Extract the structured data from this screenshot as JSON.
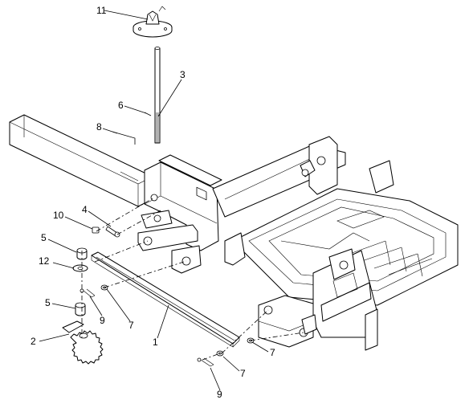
{
  "callouts": [
    {
      "id": "c11",
      "text": "11"
    },
    {
      "id": "c3",
      "text": "3"
    },
    {
      "id": "c6",
      "text": "6"
    },
    {
      "id": "c8",
      "text": "8"
    },
    {
      "id": "c10",
      "text": "10"
    },
    {
      "id": "c4",
      "text": "4"
    },
    {
      "id": "c5a",
      "text": "5"
    },
    {
      "id": "c12",
      "text": "12"
    },
    {
      "id": "c5b",
      "text": "5"
    },
    {
      "id": "c9a",
      "text": "9"
    },
    {
      "id": "c7a",
      "text": "7"
    },
    {
      "id": "c2",
      "text": "2"
    },
    {
      "id": "c1",
      "text": "1"
    },
    {
      "id": "c7b",
      "text": "7"
    },
    {
      "id": "c7c",
      "text": "7"
    },
    {
      "id": "c9b",
      "text": "9"
    }
  ]
}
